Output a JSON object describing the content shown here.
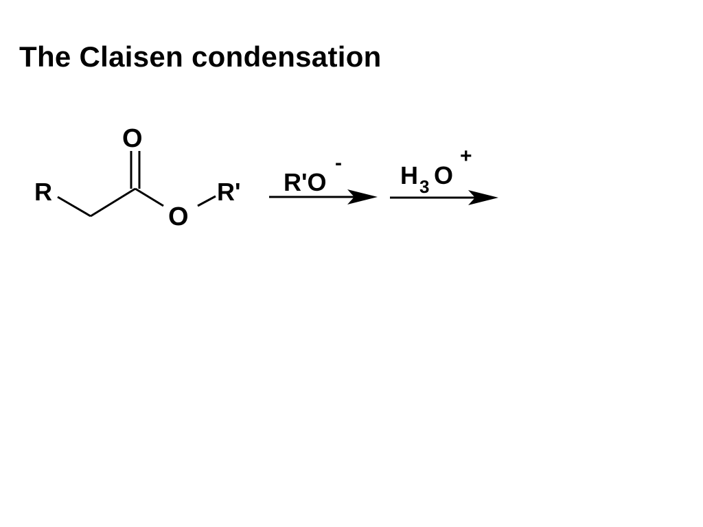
{
  "slide": {
    "title": "The Claisen condensation"
  },
  "ester": {
    "r_group": "R",
    "carbonyl_oxygen": "O",
    "ester_oxygen": "O",
    "r_prime_group": "R'"
  },
  "step1": {
    "reagent_main": "R'O",
    "reagent_charge": "-"
  },
  "step2": {
    "reagent_h": "H",
    "reagent_subscript": "3",
    "reagent_o": "O",
    "reagent_charge": "+"
  }
}
